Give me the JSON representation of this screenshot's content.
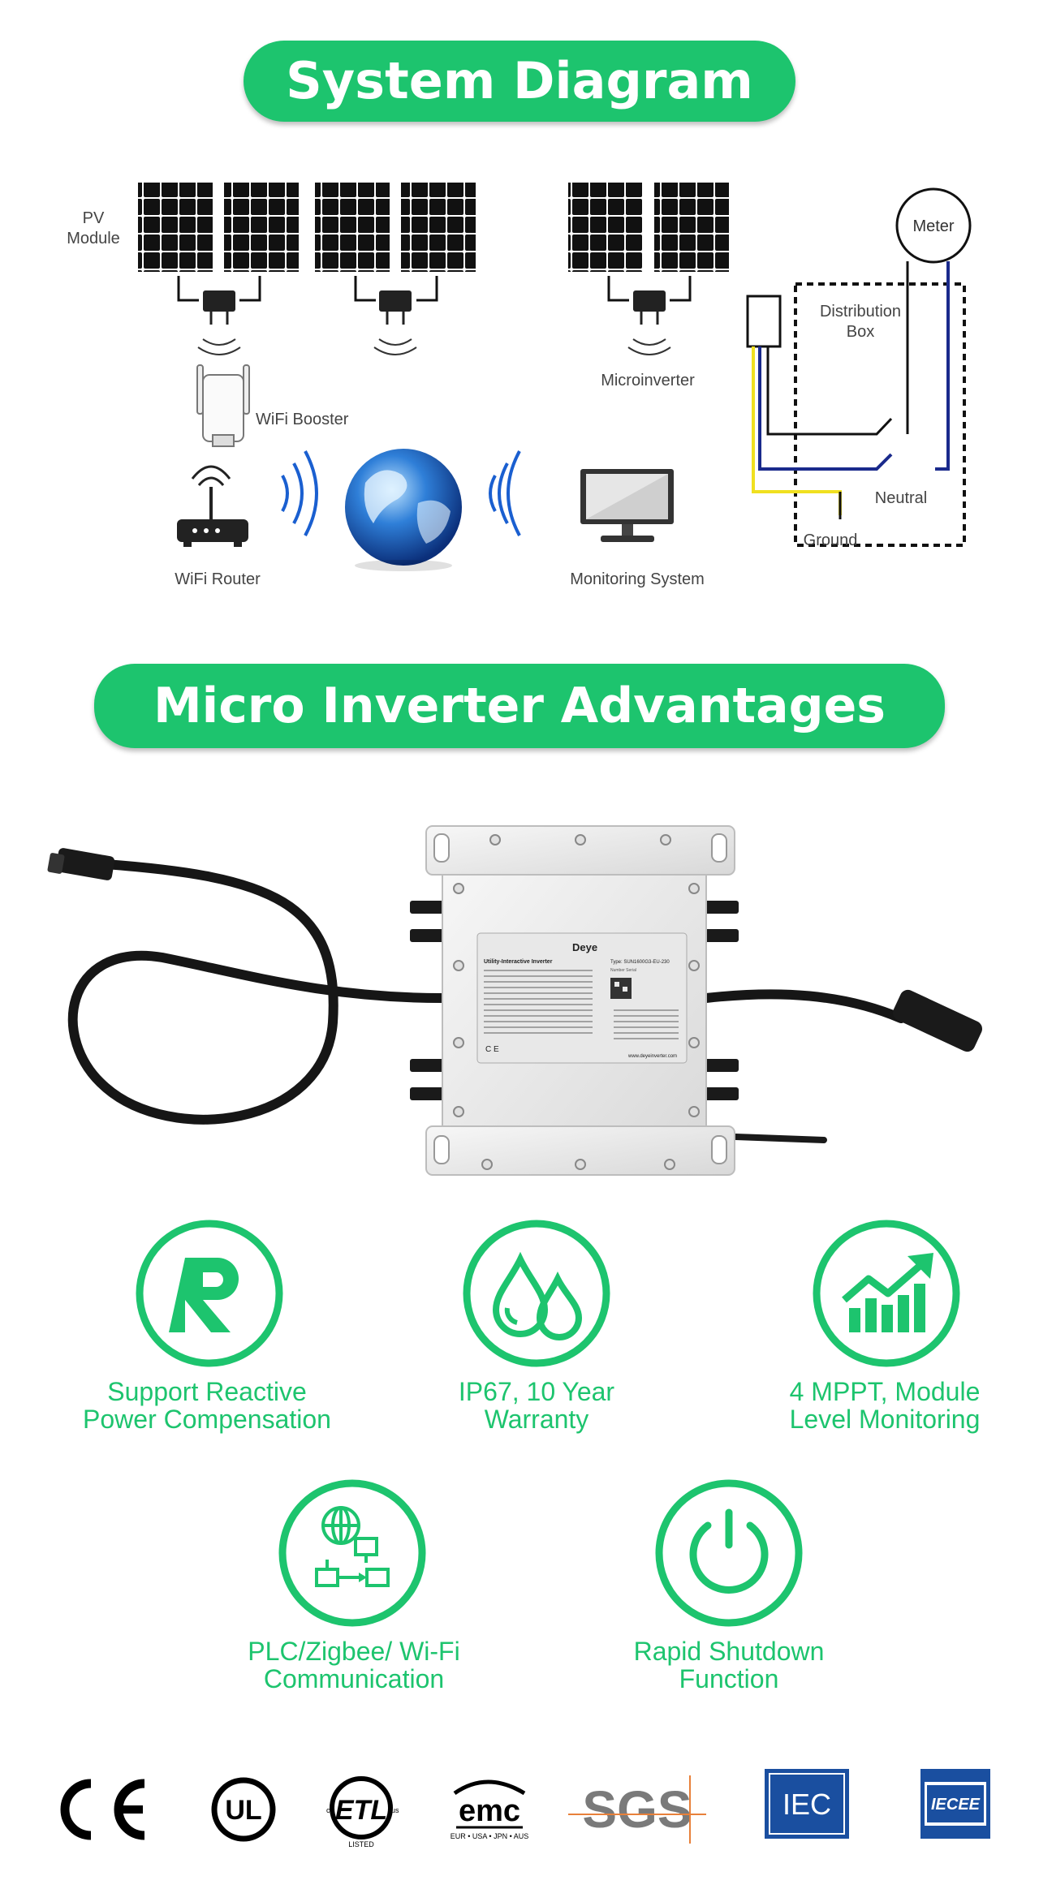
{
  "section1": {
    "title": "System Diagram"
  },
  "diagram": {
    "pv_module": "PV\nModule",
    "wifi_booster": "WiFi Booster",
    "microinverter": "Microinverter",
    "wifi_router": "WiFi Router",
    "monitoring_system": "Monitoring System",
    "meter": "Meter",
    "distribution_box": "Distribution\nBox",
    "neutral": "Neutral",
    "ground": "Ground"
  },
  "section2": {
    "title": "Micro Inverter Advantages"
  },
  "product": {
    "brand": "Deye",
    "label_title": "Utility-Interactive Inverter",
    "label_type": "Type: SUN1600G3-EU-230",
    "label_serial": "Number Serial",
    "website": "www.deyeinverter.com"
  },
  "advantages": [
    {
      "line1": "Support Reactive",
      "line2": "Power Compensation",
      "icon": "r-letter-icon"
    },
    {
      "line1": "IP67, 10 Year",
      "line2": "Warranty",
      "icon": "water-drops-icon"
    },
    {
      "line1": "4 MPPT, Module",
      "line2": "Level Monitoring",
      "icon": "growth-chart-icon"
    },
    {
      "line1": "PLC/Zigbee/ Wi-Fi",
      "line2": "Communication",
      "icon": "network-globe-icon"
    },
    {
      "line1": "Rapid Shutdown",
      "line2": "Function",
      "icon": "power-icon"
    }
  ],
  "certifications": {
    "ce": "CE",
    "ul": "UL",
    "etl": "ETL",
    "etl_listed": "LISTED",
    "emc": "emc",
    "emc_regions": "EUR • USA • JPN • AUS",
    "sgs": "SGS",
    "iec": "IEC",
    "iecee": "IECEE"
  },
  "colors": {
    "accent": "#1dc46e",
    "accent_dark": "#0f9b52",
    "wire_blue": "#1a2a8c",
    "wire_yellow": "#f0e020"
  }
}
